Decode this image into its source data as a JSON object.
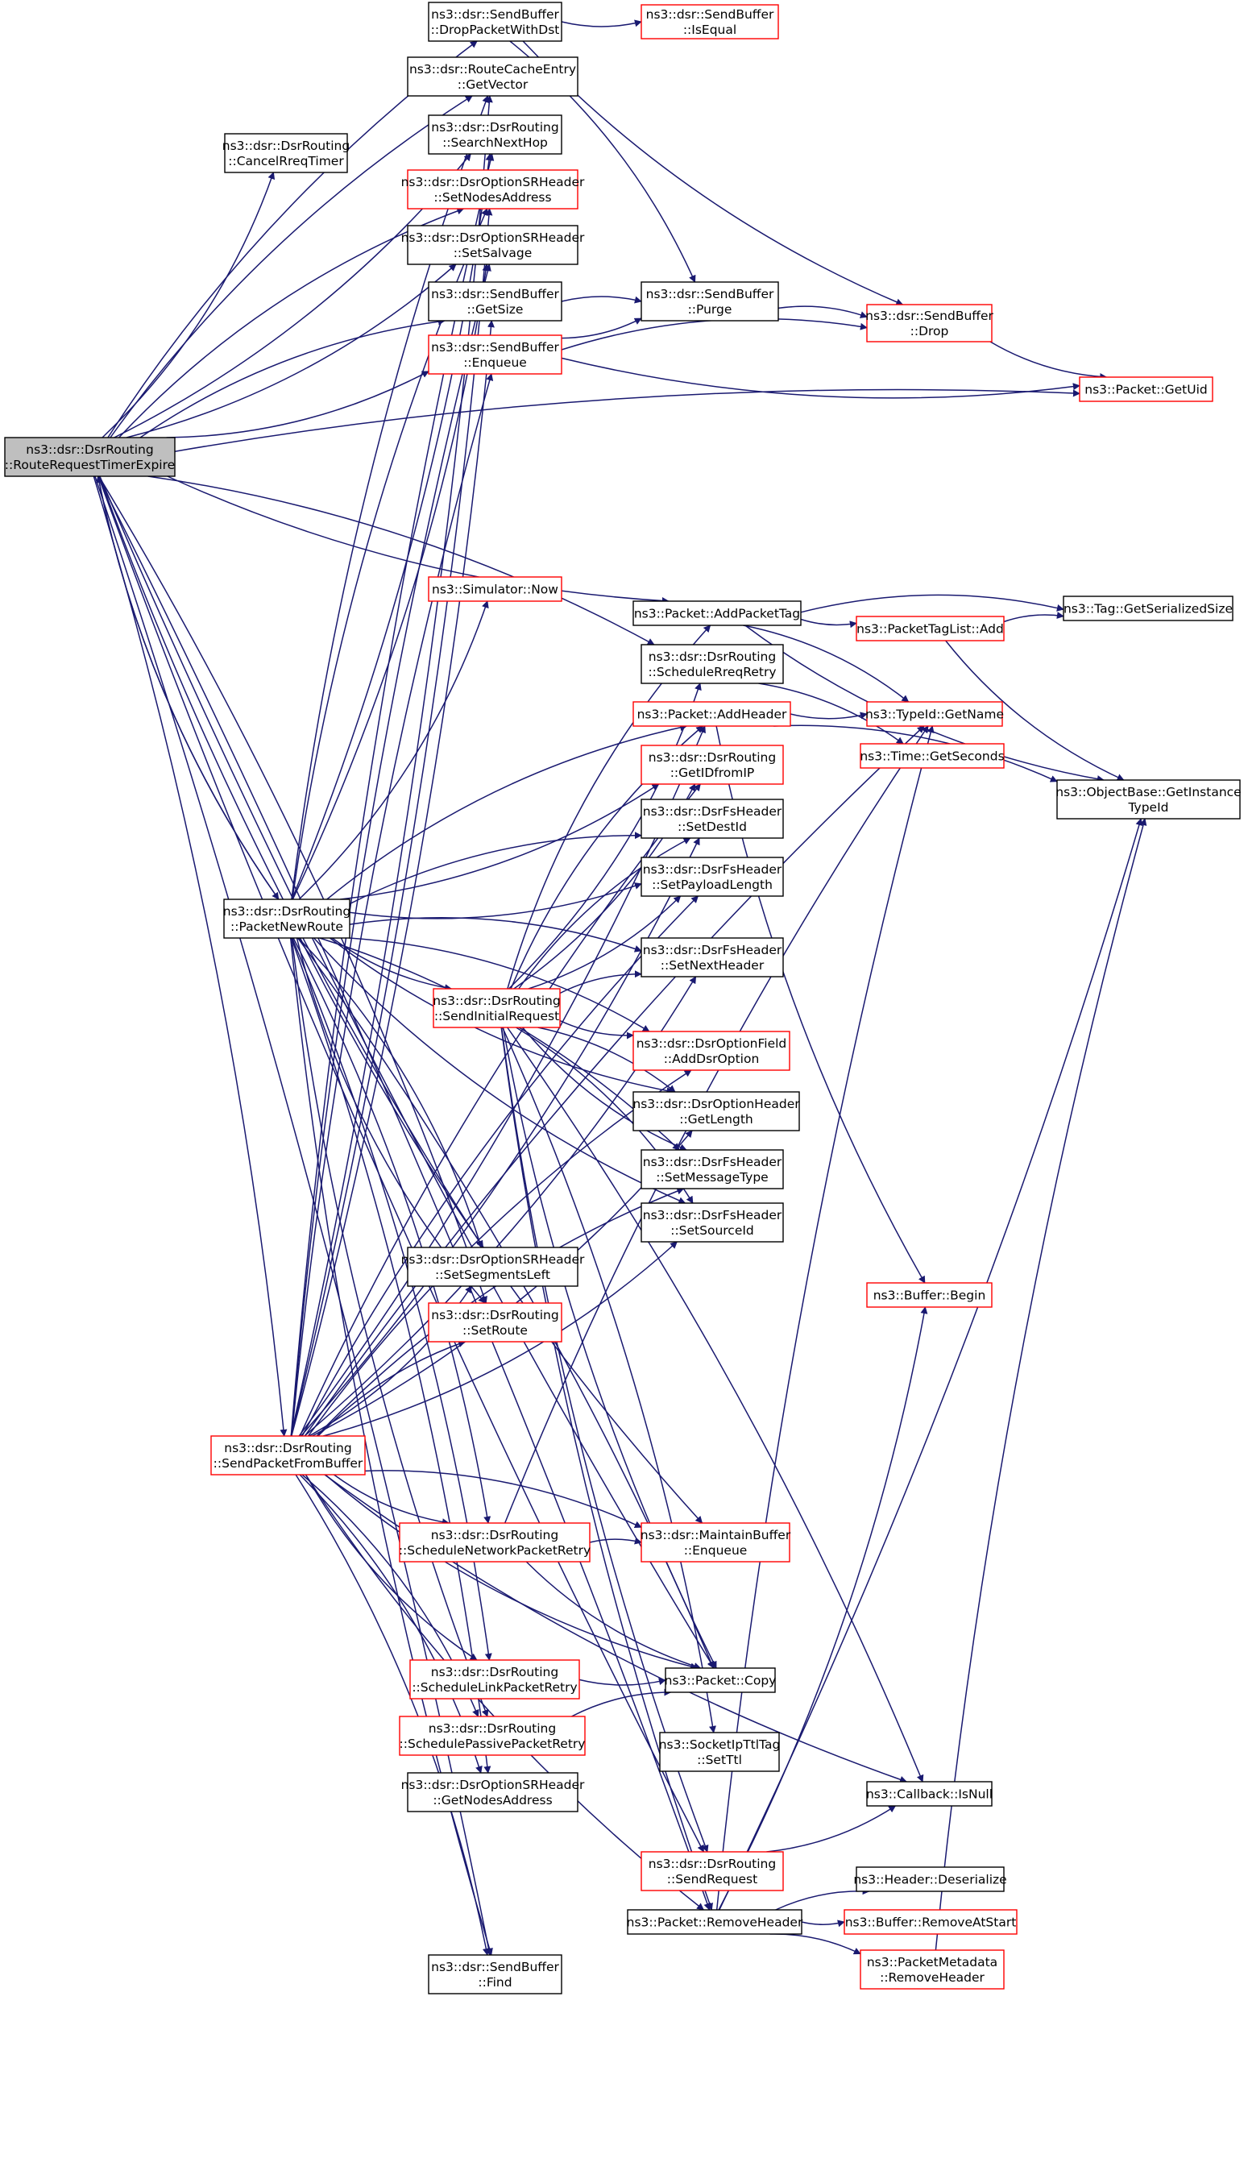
{
  "colors": {
    "edge": "#191970",
    "node_border_normal": "#000000",
    "node_border_red": "#ff0000",
    "root_fill": "#bfbfbf",
    "node_fill": "#ffffff"
  },
  "nodes": [
    {
      "id": "root",
      "lines": [
        "ns3::dsr::DsrRouting",
        "::RouteRequestTimerExpire"
      ],
      "style": "root"
    },
    {
      "id": "dropdst",
      "lines": [
        "ns3::dsr::SendBuffer",
        "::DropPacketWithDst"
      ],
      "style": "normal"
    },
    {
      "id": "isequal",
      "lines": [
        "ns3::dsr::SendBuffer",
        "::IsEqual"
      ],
      "style": "red"
    },
    {
      "id": "getvector",
      "lines": [
        "ns3::dsr::RouteCacheEntry",
        "::GetVector"
      ],
      "style": "normal"
    },
    {
      "id": "cancelrreq",
      "lines": [
        "ns3::dsr::DsrRouting",
        "::CancelRreqTimer"
      ],
      "style": "normal"
    },
    {
      "id": "searchnexthop",
      "lines": [
        "ns3::dsr::DsrRouting",
        "::SearchNextHop"
      ],
      "style": "normal"
    },
    {
      "id": "setnodesaddr",
      "lines": [
        "ns3::dsr::DsrOptionSRHeader",
        "::SetNodesAddress"
      ],
      "style": "red"
    },
    {
      "id": "setsalvage",
      "lines": [
        "ns3::dsr::DsrOptionSRHeader",
        "::SetSalvage"
      ],
      "style": "normal"
    },
    {
      "id": "getsize",
      "lines": [
        "ns3::dsr::SendBuffer",
        "::GetSize"
      ],
      "style": "normal"
    },
    {
      "id": "purge",
      "lines": [
        "ns3::dsr::SendBuffer",
        "::Purge"
      ],
      "style": "normal"
    },
    {
      "id": "drop",
      "lines": [
        "ns3::dsr::SendBuffer",
        "::Drop"
      ],
      "style": "red"
    },
    {
      "id": "enqueue",
      "lines": [
        "ns3::dsr::SendBuffer",
        "::Enqueue"
      ],
      "style": "red"
    },
    {
      "id": "getuid",
      "lines": [
        "ns3::Packet::GetUid"
      ],
      "style": "red"
    },
    {
      "id": "now",
      "lines": [
        "ns3::Simulator::Now"
      ],
      "style": "red"
    },
    {
      "id": "addpackettag",
      "lines": [
        "ns3::Packet::AddPacketTag"
      ],
      "style": "normal"
    },
    {
      "id": "tagserial",
      "lines": [
        "ns3::Tag::GetSerializedSize"
      ],
      "style": "normal"
    },
    {
      "id": "taglistadd",
      "lines": [
        "ns3::PacketTagList::Add"
      ],
      "style": "red"
    },
    {
      "id": "schedrreqretry",
      "lines": [
        "ns3::dsr::DsrRouting",
        "::ScheduleRreqRetry"
      ],
      "style": "normal"
    },
    {
      "id": "addheader",
      "lines": [
        "ns3::Packet::AddHeader"
      ],
      "style": "red"
    },
    {
      "id": "typeidname",
      "lines": [
        "ns3::TypeId::GetName"
      ],
      "style": "red"
    },
    {
      "id": "timesec",
      "lines": [
        "ns3::Time::GetSeconds"
      ],
      "style": "red"
    },
    {
      "id": "getidfromip",
      "lines": [
        "ns3::dsr::DsrRouting",
        "::GetIDfromIP"
      ],
      "style": "red"
    },
    {
      "id": "objtypeid",
      "lines": [
        "ns3::ObjectBase::GetInstance",
        "TypeId"
      ],
      "style": "normal"
    },
    {
      "id": "setdestid",
      "lines": [
        "ns3::dsr::DsrFsHeader",
        "::SetDestId"
      ],
      "style": "normal"
    },
    {
      "id": "packetnewroute",
      "lines": [
        "ns3::dsr::DsrRouting",
        "::PacketNewRoute"
      ],
      "style": "normal"
    },
    {
      "id": "setpayload",
      "lines": [
        "ns3::dsr::DsrFsHeader",
        "::SetPayloadLength"
      ],
      "style": "normal"
    },
    {
      "id": "setnexthdr",
      "lines": [
        "ns3::dsr::DsrFsHeader",
        "::SetNextHeader"
      ],
      "style": "normal"
    },
    {
      "id": "sendinitial",
      "lines": [
        "ns3::dsr::DsrRouting",
        "::SendInitialRequest"
      ],
      "style": "red"
    },
    {
      "id": "adddsroption",
      "lines": [
        "ns3::dsr::DsrOptionField",
        "::AddDsrOption"
      ],
      "style": "red"
    },
    {
      "id": "getlength",
      "lines": [
        "ns3::dsr::DsrOptionHeader",
        "::GetLength"
      ],
      "style": "normal"
    },
    {
      "id": "setmsgtype",
      "lines": [
        "ns3::dsr::DsrFsHeader",
        "::SetMessageType"
      ],
      "style": "normal"
    },
    {
      "id": "setsourceid",
      "lines": [
        "ns3::dsr::DsrFsHeader",
        "::SetSourceId"
      ],
      "style": "normal"
    },
    {
      "id": "setsegleft",
      "lines": [
        "ns3::dsr::DsrOptionSRHeader",
        "::SetSegmentsLeft"
      ],
      "style": "normal"
    },
    {
      "id": "bufbegin",
      "lines": [
        "ns3::Buffer::Begin"
      ],
      "style": "red"
    },
    {
      "id": "setroute",
      "lines": [
        "ns3::dsr::DsrRouting",
        "::SetRoute"
      ],
      "style": "red"
    },
    {
      "id": "sendfrombuf",
      "lines": [
        "ns3::dsr::DsrRouting",
        "::SendPacketFromBuffer"
      ],
      "style": "red"
    },
    {
      "id": "schednetretry",
      "lines": [
        "ns3::dsr::DsrRouting",
        "::ScheduleNetworkPacketRetry"
      ],
      "style": "red"
    },
    {
      "id": "maintenqueue",
      "lines": [
        "ns3::dsr::MaintainBuffer",
        "::Enqueue"
      ],
      "style": "red"
    },
    {
      "id": "schedlinkretry",
      "lines": [
        "ns3::dsr::DsrRouting",
        "::ScheduleLinkPacketRetry"
      ],
      "style": "red"
    },
    {
      "id": "packetcopy",
      "lines": [
        "ns3::Packet::Copy"
      ],
      "style": "normal"
    },
    {
      "id": "schedpassive",
      "lines": [
        "ns3::dsr::DsrRouting",
        "::SchedulePassivePacketRetry"
      ],
      "style": "red"
    },
    {
      "id": "setttl",
      "lines": [
        "ns3::SocketIpTtlTag",
        "::SetTtl"
      ],
      "style": "normal"
    },
    {
      "id": "getnodesaddr",
      "lines": [
        "ns3::dsr::DsrOptionSRHeader",
        "::GetNodesAddress"
      ],
      "style": "normal"
    },
    {
      "id": "cbisnull",
      "lines": [
        "ns3::Callback::IsNull"
      ],
      "style": "normal"
    },
    {
      "id": "sendrequest",
      "lines": [
        "ns3::dsr::DsrRouting",
        "::SendRequest"
      ],
      "style": "red"
    },
    {
      "id": "hdrdeserialize",
      "lines": [
        "ns3::Header::Deserialize"
      ],
      "style": "normal"
    },
    {
      "id": "removeheader",
      "lines": [
        "ns3::Packet::RemoveHeader"
      ],
      "style": "normal"
    },
    {
      "id": "removeatstart",
      "lines": [
        "ns3::Buffer::RemoveAtStart"
      ],
      "style": "red"
    },
    {
      "id": "pmremovehdr",
      "lines": [
        "ns3::PacketMetadata",
        "::RemoveHeader"
      ],
      "style": "red"
    },
    {
      "id": "sbfind",
      "lines": [
        "ns3::dsr::SendBuffer",
        "::Find"
      ],
      "style": "normal"
    }
  ],
  "edges": [
    [
      "root",
      "dropdst"
    ],
    [
      "root",
      "cancelrreq"
    ],
    [
      "root",
      "getvector"
    ],
    [
      "root",
      "searchnexthop"
    ],
    [
      "root",
      "setnodesaddr"
    ],
    [
      "root",
      "setsalvage"
    ],
    [
      "root",
      "getsize"
    ],
    [
      "root",
      "enqueue"
    ],
    [
      "root",
      "getuid"
    ],
    [
      "root",
      "addpackettag"
    ],
    [
      "root",
      "schedrreqretry"
    ],
    [
      "root",
      "packetnewroute"
    ],
    [
      "root",
      "sendfrombuf"
    ],
    [
      "root",
      "setsegleft"
    ],
    [
      "root",
      "setroute"
    ],
    [
      "root",
      "packetcopy"
    ],
    [
      "root",
      "sbfind"
    ],
    [
      "root",
      "sendrequest"
    ],
    [
      "root",
      "removeheader"
    ],
    [
      "dropdst",
      "isequal"
    ],
    [
      "dropdst",
      "purge"
    ],
    [
      "dropdst",
      "drop"
    ],
    [
      "getsize",
      "purge"
    ],
    [
      "enqueue",
      "purge"
    ],
    [
      "enqueue",
      "drop"
    ],
    [
      "enqueue",
      "getuid"
    ],
    [
      "purge",
      "drop"
    ],
    [
      "drop",
      "getuid"
    ],
    [
      "addpackettag",
      "tagserial"
    ],
    [
      "addpackettag",
      "taglistadd"
    ],
    [
      "addpackettag",
      "typeidname"
    ],
    [
      "addpackettag",
      "objtypeid"
    ],
    [
      "taglistadd",
      "tagserial"
    ],
    [
      "taglistadd",
      "objtypeid"
    ],
    [
      "schedrreqretry",
      "timesec"
    ],
    [
      "addheader",
      "typeidname"
    ],
    [
      "addheader",
      "objtypeid"
    ],
    [
      "addheader",
      "bufbegin"
    ],
    [
      "packetnewroute",
      "root"
    ],
    [
      "packetnewroute",
      "now"
    ],
    [
      "packetnewroute",
      "addheader"
    ],
    [
      "packetnewroute",
      "getidfromip"
    ],
    [
      "packetnewroute",
      "setdestid"
    ],
    [
      "packetnewroute",
      "setpayload"
    ],
    [
      "packetnewroute",
      "setnexthdr"
    ],
    [
      "packetnewroute",
      "sendinitial"
    ],
    [
      "packetnewroute",
      "adddsroption"
    ],
    [
      "packetnewroute",
      "getlength"
    ],
    [
      "packetnewroute",
      "setmsgtype"
    ],
    [
      "packetnewroute",
      "setsourceid"
    ],
    [
      "packetnewroute",
      "setsegleft"
    ],
    [
      "packetnewroute",
      "setroute"
    ],
    [
      "packetnewroute",
      "schednetretry"
    ],
    [
      "packetnewroute",
      "maintenqueue"
    ],
    [
      "packetnewroute",
      "schedlinkretry"
    ],
    [
      "packetnewroute",
      "schedpassive"
    ],
    [
      "packetnewroute",
      "packetcopy"
    ],
    [
      "packetnewroute",
      "sbfind"
    ],
    [
      "packetnewroute",
      "getvector"
    ],
    [
      "packetnewroute",
      "searchnexthop"
    ],
    [
      "packetnewroute",
      "setnodesaddr"
    ],
    [
      "packetnewroute",
      "setsalvage"
    ],
    [
      "packetnewroute",
      "getnodesaddr"
    ],
    [
      "sendinitial",
      "schedrreqretry"
    ],
    [
      "sendinitial",
      "addheader"
    ],
    [
      "sendinitial",
      "getidfromip"
    ],
    [
      "sendinitial",
      "setdestid"
    ],
    [
      "sendinitial",
      "setpayload"
    ],
    [
      "sendinitial",
      "setnexthdr"
    ],
    [
      "sendinitial",
      "adddsroption"
    ],
    [
      "sendinitial",
      "getlength"
    ],
    [
      "sendinitial",
      "setmsgtype"
    ],
    [
      "sendinitial",
      "setsourceid"
    ],
    [
      "sendinitial",
      "packetcopy"
    ],
    [
      "sendinitial",
      "setttl"
    ],
    [
      "sendinitial",
      "sendrequest"
    ],
    [
      "sendinitial",
      "cbisnull"
    ],
    [
      "sendinitial",
      "removeheader"
    ],
    [
      "sendinitial",
      "addpackettag"
    ],
    [
      "sendfrombuf",
      "getvector"
    ],
    [
      "sendfrombuf",
      "searchnexthop"
    ],
    [
      "sendfrombuf",
      "setnodesaddr"
    ],
    [
      "sendfrombuf",
      "setsalvage"
    ],
    [
      "sendfrombuf",
      "getsize"
    ],
    [
      "sendfrombuf",
      "enqueue"
    ],
    [
      "sendfrombuf",
      "addheader"
    ],
    [
      "sendfrombuf",
      "getidfromip"
    ],
    [
      "sendfrombuf",
      "setdestid"
    ],
    [
      "sendfrombuf",
      "setpayload"
    ],
    [
      "sendfrombuf",
      "setnexthdr"
    ],
    [
      "sendfrombuf",
      "adddsroption"
    ],
    [
      "sendfrombuf",
      "getlength"
    ],
    [
      "sendfrombuf",
      "setmsgtype"
    ],
    [
      "sendfrombuf",
      "setsourceid"
    ],
    [
      "sendfrombuf",
      "setroute"
    ],
    [
      "sendfrombuf",
      "schednetretry"
    ],
    [
      "sendfrombuf",
      "maintenqueue"
    ],
    [
      "sendfrombuf",
      "schedlinkretry"
    ],
    [
      "sendfrombuf",
      "schedpassive"
    ],
    [
      "sendfrombuf",
      "packetcopy"
    ],
    [
      "sendfrombuf",
      "getnodesaddr"
    ],
    [
      "sendfrombuf",
      "cbisnull"
    ],
    [
      "sendfrombuf",
      "sbfind"
    ],
    [
      "sendfrombuf",
      "removeheader"
    ],
    [
      "sendfrombuf",
      "typeidname"
    ],
    [
      "sendfrombuf",
      "setsegleft"
    ],
    [
      "schednetretry",
      "maintenqueue"
    ],
    [
      "schednetretry",
      "packetcopy"
    ],
    [
      "schednetretry",
      "typeidname"
    ],
    [
      "schedlinkretry",
      "packetcopy"
    ],
    [
      "schedpassive",
      "packetcopy"
    ],
    [
      "sendrequest",
      "cbisnull"
    ],
    [
      "removeheader",
      "hdrdeserialize"
    ],
    [
      "removeheader",
      "removeatstart"
    ],
    [
      "removeheader",
      "pmremovehdr"
    ],
    [
      "removeheader",
      "bufbegin"
    ],
    [
      "removeheader",
      "typeidname"
    ],
    [
      "removeheader",
      "objtypeid"
    ],
    [
      "pmremovehdr",
      "objtypeid"
    ]
  ]
}
